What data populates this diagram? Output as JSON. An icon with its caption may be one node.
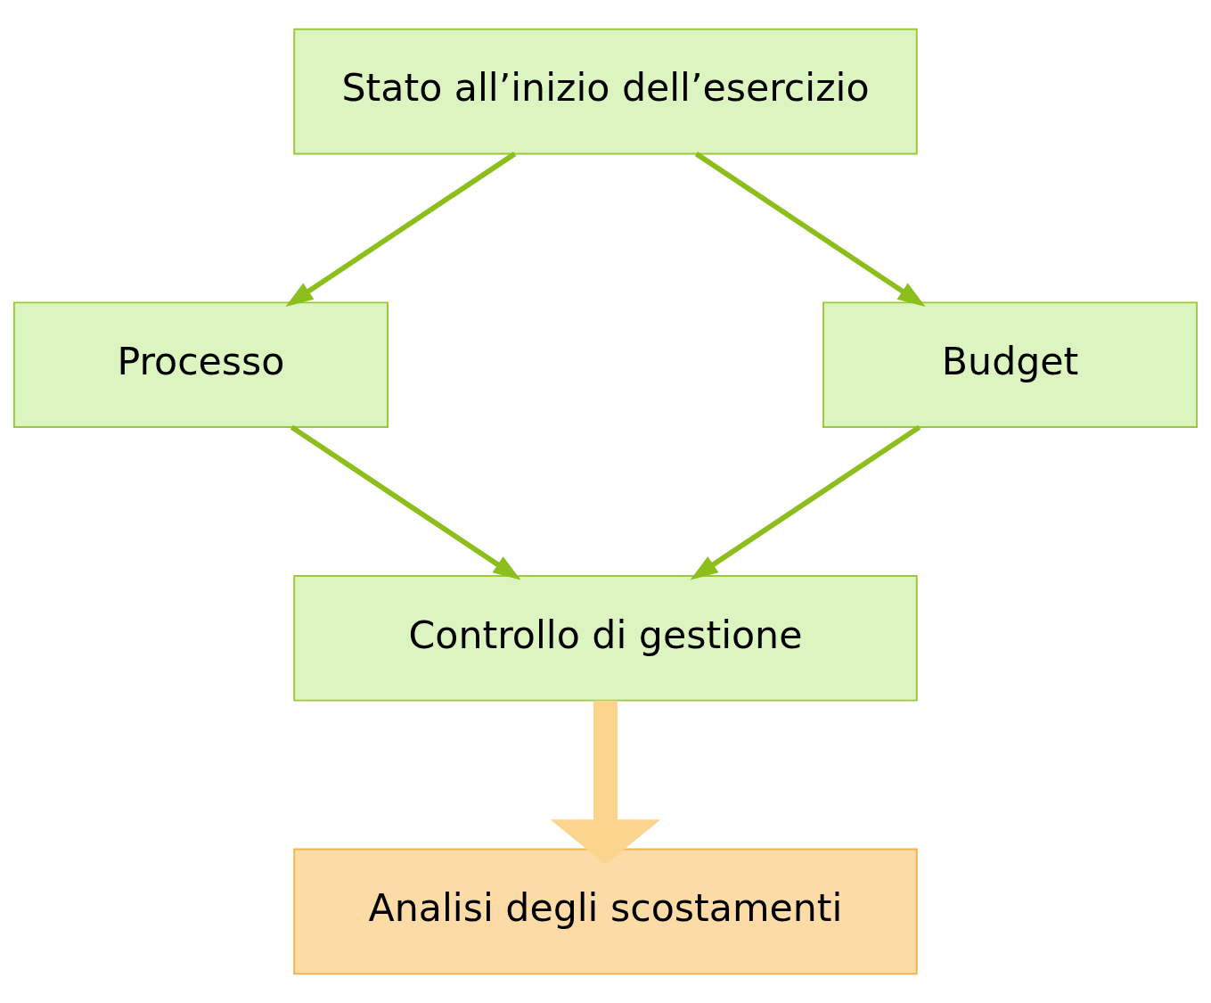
{
  "diagram": {
    "nodes": [
      {
        "text": [
          "Stato all’inizio dell’esercizio"
        ]
      },
      {
        "text": [
          "Processo"
        ]
      },
      {
        "text": [
          "Budget"
        ]
      },
      {
        "text": [
          "Controllo di gestione"
        ]
      },
      {
        "text": [
          "Analisi degli scostamenti"
        ]
      }
    ],
    "edges": [
      {
        "from": 0,
        "to": 1,
        "arrow": "to"
      },
      {
        "from": 0,
        "to": 2,
        "arrow": "to"
      },
      {
        "from": 1,
        "to": 3,
        "arrow": "to"
      },
      {
        "from": 2,
        "to": 3,
        "arrow": "to"
      },
      {
        "from": 3,
        "to": 4,
        "arrow": "to",
        "style": "thick",
        "color": "#fbd48e"
      }
    ]
  }
}
